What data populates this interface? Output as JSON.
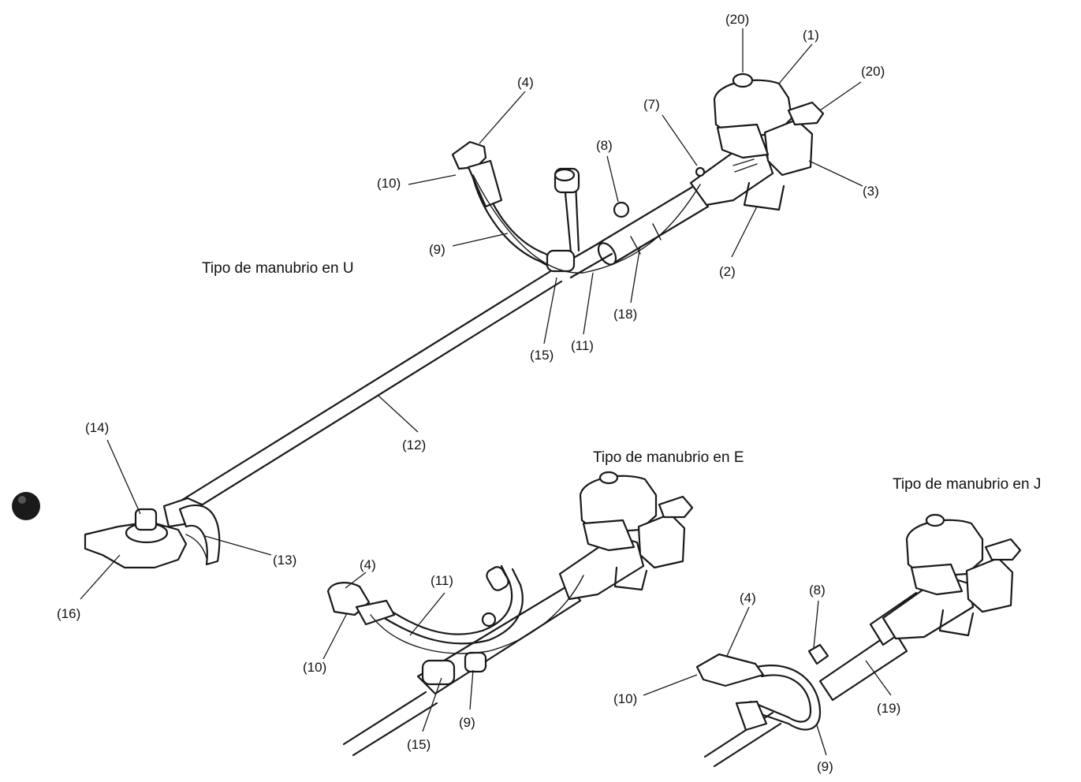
{
  "captions": {
    "u_type": "Tipo de manubrio en U",
    "e_type": "Tipo de manubrio en E",
    "j_type": "Tipo de manubrio en J"
  },
  "labels": {
    "l1": "(1)",
    "l2": "(2)",
    "l3": "(3)",
    "l4": "(4)",
    "l7": "(7)",
    "l8": "(8)",
    "l9": "(9)",
    "l10": "(10)",
    "l11": "(11)",
    "l12": "(12)",
    "l13": "(13)",
    "l14": "(14)",
    "l15": "(15)",
    "l16": "(16)",
    "l18": "(18)",
    "l19": "(19)",
    "l20": "(20)"
  }
}
